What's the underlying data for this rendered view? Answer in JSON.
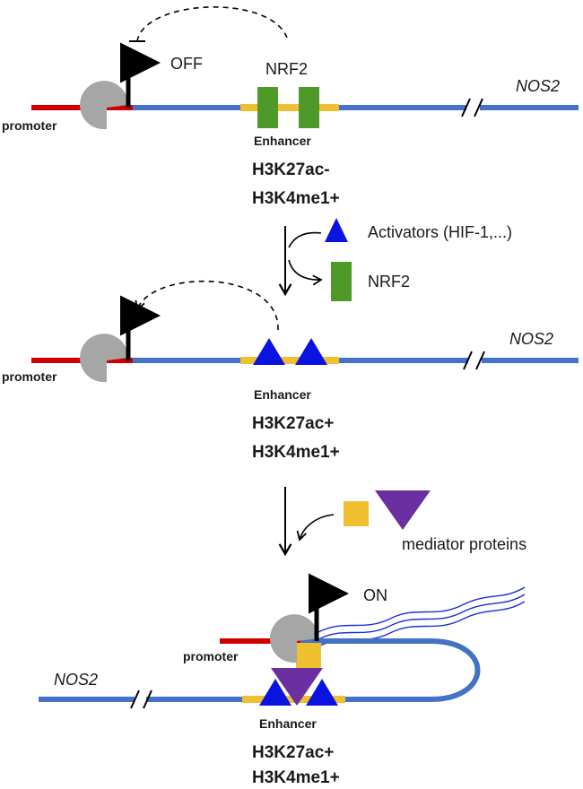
{
  "colors": {
    "dna": "#4472C4",
    "promoter": "#D00000",
    "enhancer_region": "#F0C030",
    "nrf2": "#4E9A28",
    "activator": "#0A14E0",
    "mediator_square": "#F0C030",
    "mediator_triangle": "#6A2FA0",
    "polymerase": "#A6A6A6",
    "transcript": "#1E2ED8",
    "ink": "#000000"
  },
  "icons": {
    "polymerase": "pacman-shape",
    "tss": "bent-arrow",
    "repression": "t-bar-inhibition",
    "break": "double-slash"
  },
  "panel1": {
    "promoter": "promoter",
    "state": "OFF",
    "factor": "NRF2",
    "gene": "NOS2",
    "enhancer": "Enhancer",
    "mark1": "H3K27ac-",
    "mark2": "H3K4me1+"
  },
  "step1": {
    "activators": "Activators (HIF-1,...)",
    "released": "NRF2"
  },
  "panel2": {
    "promoter": "promoter",
    "gene": "NOS2",
    "enhancer": "Enhancer",
    "mark1": "H3K27ac+",
    "mark2": "H3K4me1+"
  },
  "step2": {
    "mediators": "mediator proteins"
  },
  "panel3": {
    "state": "ON",
    "promoter": "promoter",
    "gene": "NOS2",
    "enhancer": "Enhancer",
    "mark1": "H3K27ac+",
    "mark2": "H3K4me1+"
  }
}
